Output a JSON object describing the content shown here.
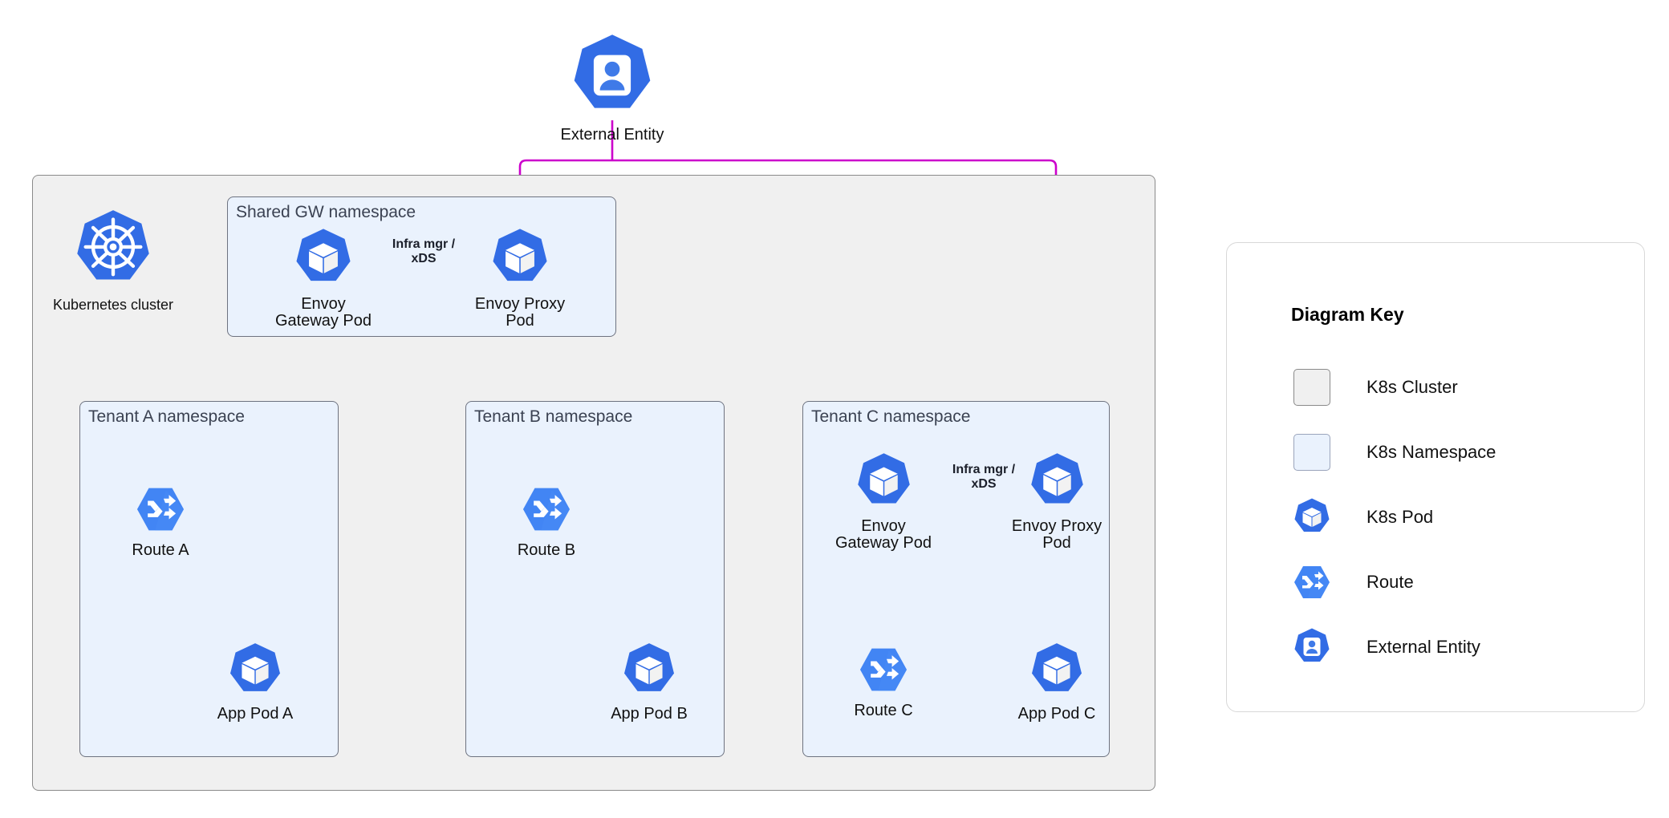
{
  "diagram": {
    "external_entity": {
      "label": "External Entity",
      "icon": "external-entity-icon"
    },
    "cluster": {
      "icon_label": "Kubernetes cluster",
      "icon": "kubernetes-wheel-icon"
    },
    "namespaces": [
      {
        "id": "shared-gw",
        "title": "Shared GW namespace",
        "nodes": [
          {
            "id": "gw-pod",
            "label": "Envoy\nGateway Pod",
            "icon": "k8s-pod-icon"
          },
          {
            "id": "proxy-pod",
            "label": "Envoy Proxy\nPod",
            "icon": "k8s-pod-icon"
          }
        ],
        "edge_label": "Infra mgr /\nxDS"
      },
      {
        "id": "tenant-a",
        "title": "Tenant A namespace",
        "nodes": [
          {
            "id": "route-a",
            "label": "Route A",
            "icon": "route-icon"
          },
          {
            "id": "app-pod-a",
            "label": "App Pod A",
            "icon": "k8s-pod-icon"
          }
        ]
      },
      {
        "id": "tenant-b",
        "title": "Tenant B namespace",
        "nodes": [
          {
            "id": "route-b",
            "label": "Route B",
            "icon": "route-icon"
          },
          {
            "id": "app-pod-b",
            "label": "App Pod B",
            "icon": "k8s-pod-icon"
          }
        ]
      },
      {
        "id": "tenant-c",
        "title": "Tenant C namespace",
        "nodes": [
          {
            "id": "gw-pod-c",
            "label": "Envoy\nGateway Pod",
            "icon": "k8s-pod-icon"
          },
          {
            "id": "proxy-pod-c",
            "label": "Envoy Proxy\nPod",
            "icon": "k8s-pod-icon"
          },
          {
            "id": "route-c",
            "label": "Route C",
            "icon": "route-icon"
          },
          {
            "id": "app-pod-c",
            "label": "App Pod C",
            "icon": "k8s-pod-icon"
          }
        ],
        "edge_label": "Infra mgr /\nxDS"
      }
    ]
  },
  "legend": {
    "title": "Diagram Key",
    "items": [
      {
        "label": "K8s Cluster",
        "icon": "cluster-swatch"
      },
      {
        "label": "K8s Namespace",
        "icon": "namespace-swatch"
      },
      {
        "label": "K8s Pod",
        "icon": "k8s-pod-icon"
      },
      {
        "label": "Route",
        "icon": "route-icon"
      },
      {
        "label": "External Entity",
        "icon": "external-entity-icon"
      }
    ]
  },
  "colors": {
    "k8s_blue": "#326ce5",
    "route_blue": "#4285f4",
    "traffic_magenta": "#cc00cc",
    "control_teal": "#00806b",
    "cluster_fill": "#f0f0f0",
    "namespace_fill": "#eaf2fd"
  }
}
